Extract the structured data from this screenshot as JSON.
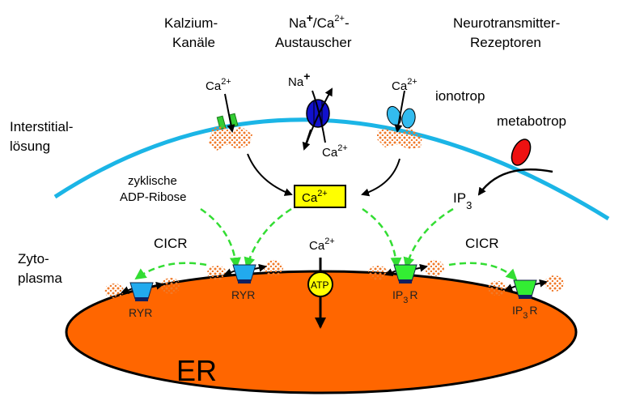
{
  "headers": {
    "calcium_channels": [
      "Kalzium-",
      "Kanäle"
    ],
    "exchanger": {
      "line1_na": "Na",
      "line1_plus": "+",
      "line1_mid": "/Ca",
      "line1_sup": "2+",
      "line1_dash": "-",
      "line2": "Austauscher"
    },
    "nt_receptors": [
      "Neurotransmitter-",
      "Rezeptoren"
    ]
  },
  "regions": {
    "interstitial": [
      "Interstitial-",
      "lösung"
    ],
    "cytoplasm": [
      "Zyto-",
      "plasma"
    ],
    "er": "ER"
  },
  "ions": {
    "ca": "Ca",
    "ca_charge": "2+",
    "na": "Na",
    "na_charge": "+",
    "central_ca": "Ca",
    "central_ca_charge": "2+"
  },
  "receptor_types": {
    "ionotropic": "ionotrop",
    "metabotropic": "metabotrop"
  },
  "messengers": {
    "cadpr": [
      "zyklische",
      "ADP-Ribose"
    ],
    "ip3": "IP",
    "ip3_sub": "3"
  },
  "processes": {
    "cicr_left": "CICR",
    "cicr_right": "CICR",
    "pump": "ATP"
  },
  "er_receptors": {
    "ryr": "RYR",
    "ip3r_prefix": "IP",
    "ip3r_sub": "3",
    "ip3r_suffix": "R"
  },
  "colors": {
    "membrane": "#1bb5e6",
    "er_fill": "#ff6600",
    "ca_box": "#ffff00",
    "green_channel": "#33cc33",
    "ryr": "#22aaee",
    "ip3r": "#33ee33",
    "exchanger": "#1111cc",
    "ionotropic_receptor": "#33bbee",
    "metabotropic_receptor": "#ee1111",
    "signal_dashed": "#33dd33",
    "calcium_dots": "#f07a2a"
  }
}
